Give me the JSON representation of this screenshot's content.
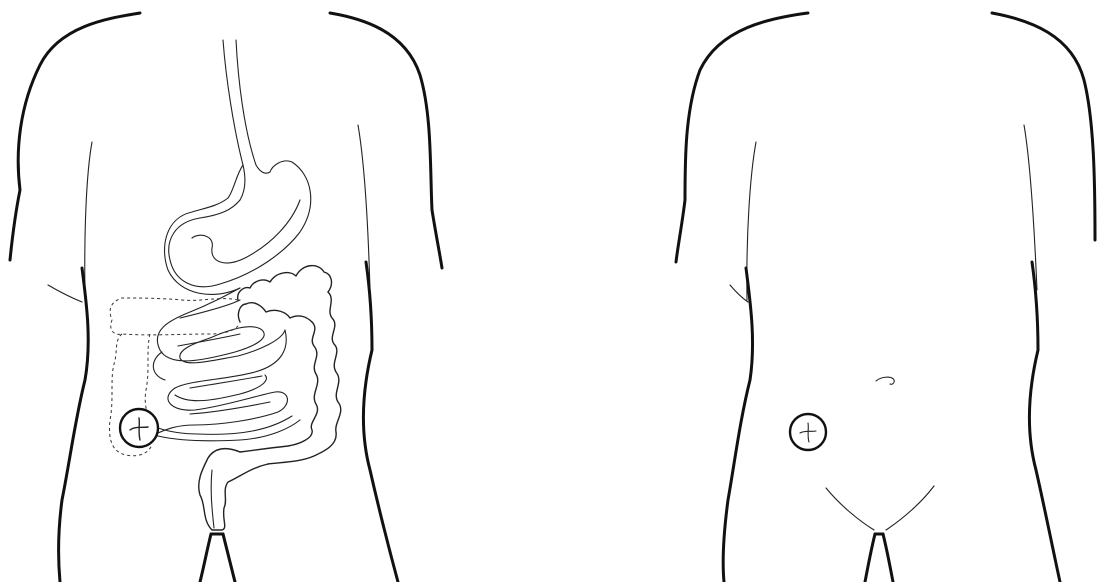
{
  "figure": {
    "panels": [
      {
        "id": "internal-view",
        "shows": [
          "torso-outline",
          "esophagus",
          "stomach",
          "small-intestine",
          "large-intestine",
          "removed-colon-dashed",
          "stoma"
        ]
      },
      {
        "id": "external-view",
        "shows": [
          "torso-outline",
          "navel",
          "stoma",
          "groin-lines"
        ]
      }
    ],
    "colors": {
      "line": "#111111",
      "background": "#ffffff"
    }
  }
}
